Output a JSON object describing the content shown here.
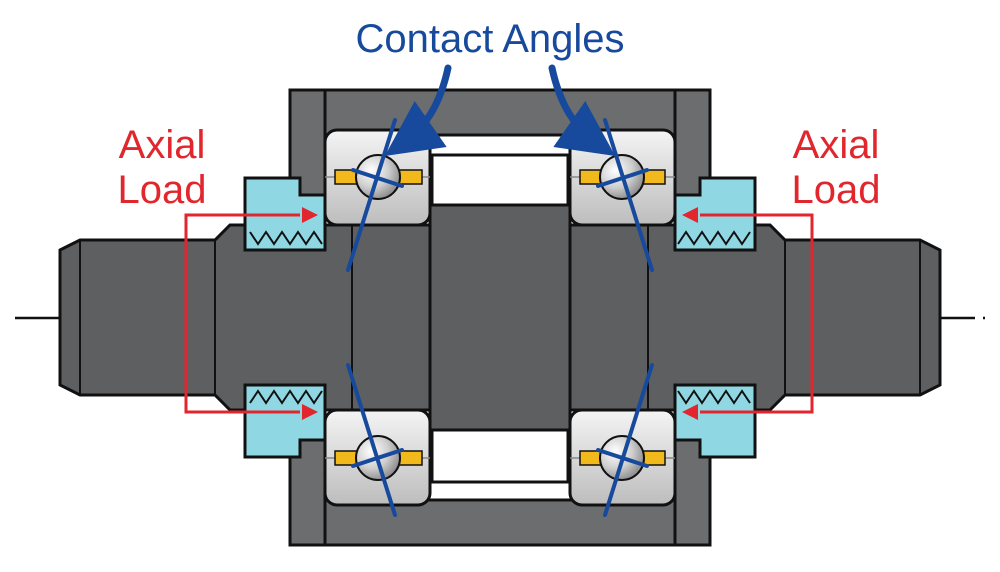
{
  "title": "Contact Angles",
  "left_label": {
    "line1": "Axial",
    "line2": "Load"
  },
  "right_label": {
    "line1": "Axial",
    "line2": "Load"
  },
  "colors": {
    "housing": "#6b6d6f",
    "shaft": "#5d5f61",
    "nut": "#8fd8e3",
    "race": "#d9d9d9",
    "ball": "#c9c9c9",
    "cage": "#f1b91c",
    "contact_line": "#174a9c",
    "load_arrow": "#e1262d",
    "outline": "#111111"
  }
}
